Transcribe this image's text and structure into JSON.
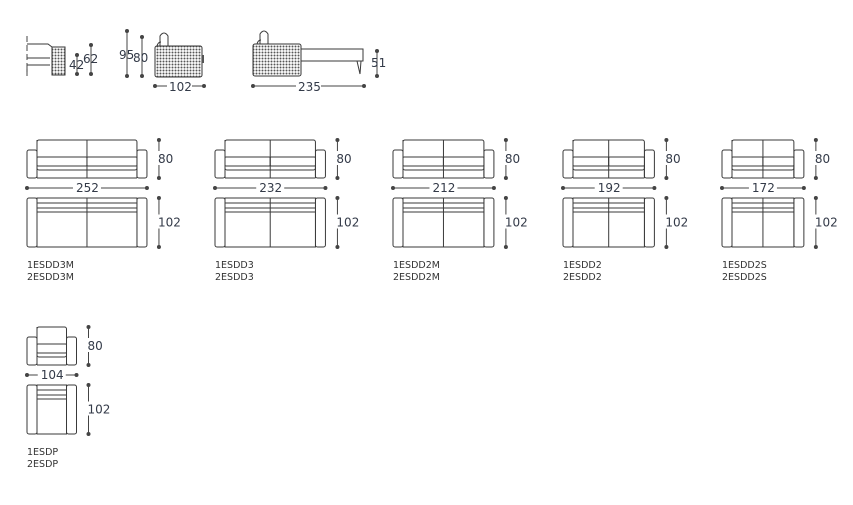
{
  "profiles": {
    "side_section": {
      "seat_height": "42",
      "arm_height": "62"
    },
    "side_view": {
      "total_height": "95",
      "back_height": "80",
      "depth": "102"
    },
    "side_extended": {
      "extended_length": "235",
      "leg_height": "51"
    }
  },
  "models": [
    {
      "width": "252",
      "height": "80",
      "depth": "102",
      "codes": [
        "1ESDD3M",
        "2ESDD3M"
      ],
      "seats": 2
    },
    {
      "width": "232",
      "height": "80",
      "depth": "102",
      "codes": [
        "1ESDD3",
        "2ESDD3"
      ],
      "seats": 2
    },
    {
      "width": "212",
      "height": "80",
      "depth": "102",
      "codes": [
        "1ESDD2M",
        "2ESDD2M"
      ],
      "seats": 2
    },
    {
      "width": "192",
      "height": "80",
      "depth": "102",
      "codes": [
        "1ESDD2",
        "2ESDD2"
      ],
      "seats": 2
    },
    {
      "width": "172",
      "height": "80",
      "depth": "102",
      "codes": [
        "1ESDD2S",
        "2ESDD2S"
      ],
      "seats": 2
    },
    {
      "width": "104",
      "height": "80",
      "depth": "102",
      "codes": [
        "1ESDP",
        "2ESDP"
      ],
      "seats": 1
    }
  ],
  "colors": {
    "line": "#3a3a3a",
    "hatch": "#555555",
    "text": "#333a48"
  }
}
